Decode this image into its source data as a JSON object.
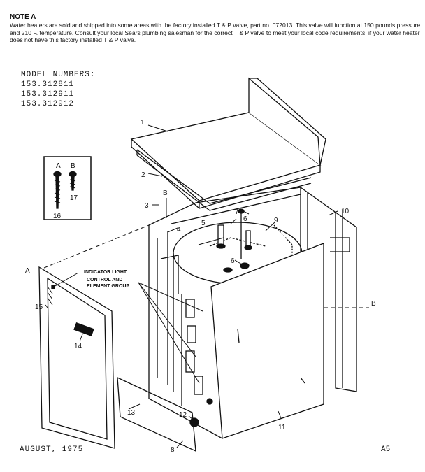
{
  "note": {
    "title": "NOTE A",
    "body": "Water heaters are sold and shipped into some areas with the factory installed T & P valve, part no. 072013. This valve will function at 150 pounds pressure and 210 F. temperature. Consult your local Sears plumbing salesman for the correct T & P valve to meet your local code requirements, if your water heater does not have this factory installed T & P valve."
  },
  "models": {
    "heading": "MODEL NUMBERS:",
    "items": [
      "153.312811",
      "153.312911",
      "153.312912"
    ]
  },
  "inset": {
    "label_a": "A",
    "label_b": "B",
    "part_a": "16",
    "part_b": "17"
  },
  "callouts": {
    "c1": "1",
    "c2": "2",
    "c3": "3",
    "c4": "4",
    "c5": "5",
    "c6a": "6",
    "c6b": "6",
    "c7": "7",
    "c8": "8",
    "c9": "9",
    "c10": "10",
    "c11": "11",
    "c12": "12",
    "c13": "13",
    "c14": "14",
    "c15": "15",
    "ref_a": "A",
    "ref_b_top": "B",
    "ref_b_right": "B"
  },
  "annotations": {
    "indicator_line1": "INDICATOR LIGHT",
    "indicator_line2": "CONTROL AND",
    "indicator_line3": "ELEMENT GROUP"
  },
  "footer": {
    "date": "AUGUST, 1975",
    "page": "A5"
  }
}
